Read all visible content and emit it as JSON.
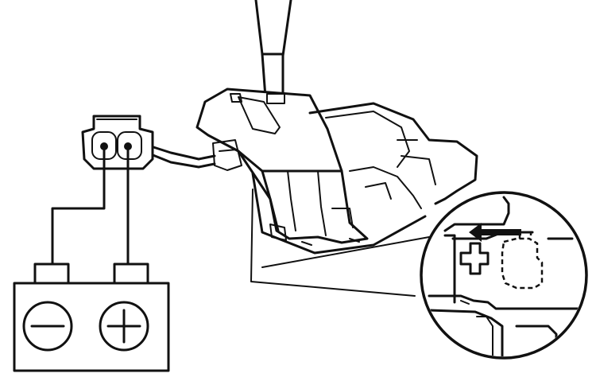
{
  "figure": {
    "battery": {
      "left_terminal": "negative",
      "right_terminal": "positive"
    },
    "inset_arrow_direction": "left",
    "colors": {
      "ink": "#111111",
      "background": "#ffffff"
    }
  }
}
